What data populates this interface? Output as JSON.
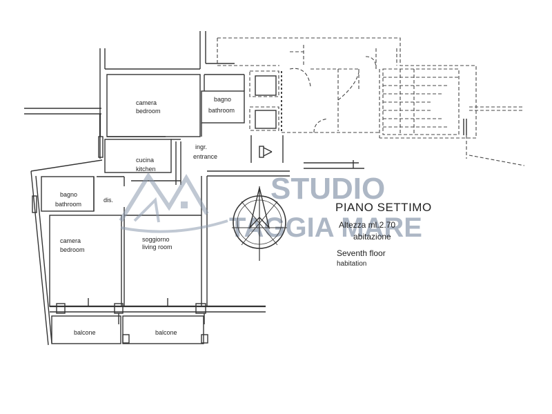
{
  "rooms": {
    "camera_top": {
      "it": "camera",
      "en": "bedroom"
    },
    "bagno_top": {
      "it": "bagno",
      "en": "bathroom"
    },
    "cucina": {
      "it": "cucina",
      "en": "kitchen"
    },
    "ingresso": {
      "it": "ingr.",
      "en": "entrance"
    },
    "bagno_left": {
      "it": "bagno",
      "en": "bathroom"
    },
    "disimpegno": {
      "it": "dis."
    },
    "camera_bottom": {
      "it": "camera",
      "en": "bedroom"
    },
    "soggiorno": {
      "it": "soggiorno",
      "en": "living room"
    },
    "balcone_left": {
      "it": "balcone"
    },
    "balcone_right": {
      "it": "balcone"
    }
  },
  "title": {
    "floor_it": "PIANO SETTIMO",
    "height": "Altezza ml.2.70",
    "use_it": "abitazione",
    "floor_en": "Seventh floor",
    "use_en": "habitation"
  },
  "watermark": {
    "line1": "STUDIO",
    "line2": "TAGGIA MARE",
    "color": "#8e9cb0"
  },
  "colors": {
    "lines": "#333333",
    "background": "#ffffff"
  }
}
